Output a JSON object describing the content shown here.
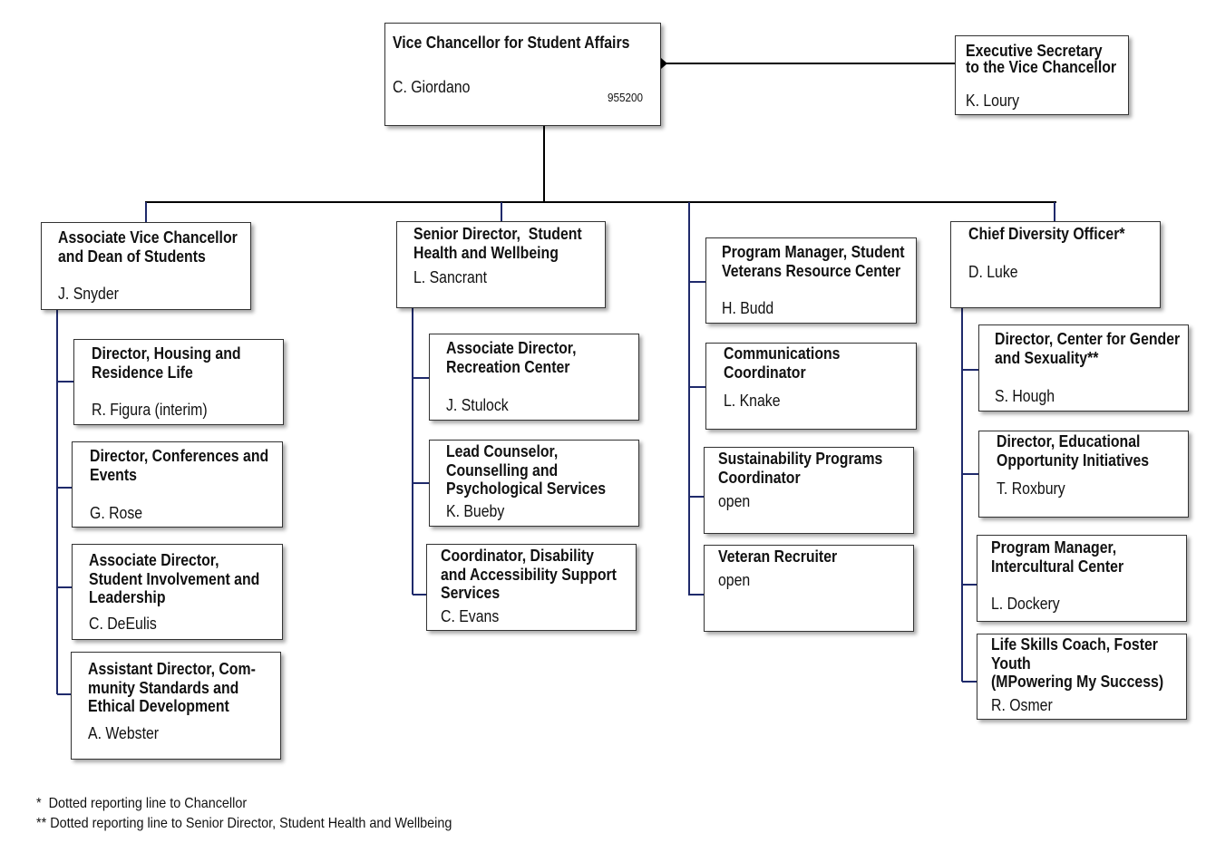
{
  "top": {
    "title": "Vice Chancellor for Student Affairs",
    "name": "C. Giordano",
    "code": "955200"
  },
  "exec": {
    "title": "Executive Secretary\nto the Vice Chancellor",
    "name": "K. Loury"
  },
  "heads": [
    {
      "title": "Associate Vice Chancellor\nand Dean of Students",
      "name": "J. Snyder"
    },
    {
      "title": "Senior Director,  Student\nHealth and Wellbeing",
      "name": "L. Sancrant"
    },
    {
      "title": "Chief Diversity Officer*",
      "name": "D. Luke"
    }
  ],
  "col1": [
    {
      "title": "Director, Housing and\nResidence Life",
      "name": "R. Figura (interim)"
    },
    {
      "title": "Director, Conferences and\nEvents",
      "name": "G. Rose"
    },
    {
      "title": "Associate Director,\nStudent Involvement and\nLeadership",
      "name": "C. DeEulis"
    },
    {
      "title": "Assistant Director, Com-\nmunity Standards and\nEthical Development",
      "name": "A. Webster"
    }
  ],
  "col2": [
    {
      "title": "Associate Director,\nRecreation Center",
      "name": "J. Stulock"
    },
    {
      "title": "Lead Counselor,\nCounselling and\nPsychological Services",
      "name": "K. Bueby"
    },
    {
      "title": "Coordinator, Disability\nand Accessibility Support\nServices",
      "name": "C. Evans"
    }
  ],
  "col3": [
    {
      "title": "Program Manager, Student\nVeterans Resource Center",
      "name": "H. Budd"
    },
    {
      "title": "Communications\nCoordinator",
      "name": "L. Knake"
    },
    {
      "title": "Sustainability Programs\nCoordinator",
      "name": "open"
    },
    {
      "title": "Veteran Recruiter",
      "name": "open"
    }
  ],
  "col4": [
    {
      "title": "Director, Center for Gender\nand Sexuality**",
      "name": "S. Hough"
    },
    {
      "title": "Director, Educational\nOpportunity Initiatives",
      "name": "T. Roxbury"
    },
    {
      "title": "Program Manager,\nIntercultural Center",
      "name": "L. Dockery"
    },
    {
      "title": "Life Skills Coach, Foster\nYouth\n(MPowering My Success)",
      "name": "R. Osmer"
    }
  ],
  "footnotes": {
    "note1": "*  Dotted reporting line to Chancellor",
    "note2": "** Dotted reporting line to Senior Director, Student Health and Wellbeing"
  },
  "colors": {
    "connector": "#1f2a6b",
    "trunk": "#000000"
  }
}
